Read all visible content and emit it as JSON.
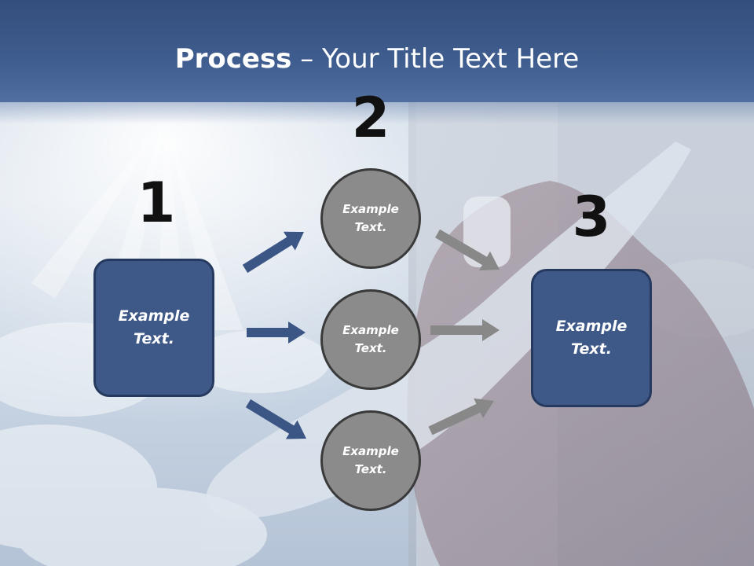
{
  "slide": {
    "title_bold": "Process",
    "title_rest": " – Your Title Text Here"
  },
  "steps": {
    "one": {
      "number": "1",
      "box_line1": "Example",
      "box_line2": "Text."
    },
    "two": {
      "number": "2",
      "circles": [
        {
          "line1": "Example",
          "line2": "Text."
        },
        {
          "line1": "Example",
          "line2": "Text."
        },
        {
          "line1": "Example",
          "line2": "Text."
        }
      ]
    },
    "three": {
      "number": "3",
      "box_line1": "Example",
      "box_line2": "Text."
    }
  },
  "colors": {
    "header": "#3f5d8f",
    "box_fill": "#3e5888",
    "circle_fill": "#8b8b8b",
    "arrow_blue": "#3b5585",
    "arrow_gray": "#888888"
  }
}
